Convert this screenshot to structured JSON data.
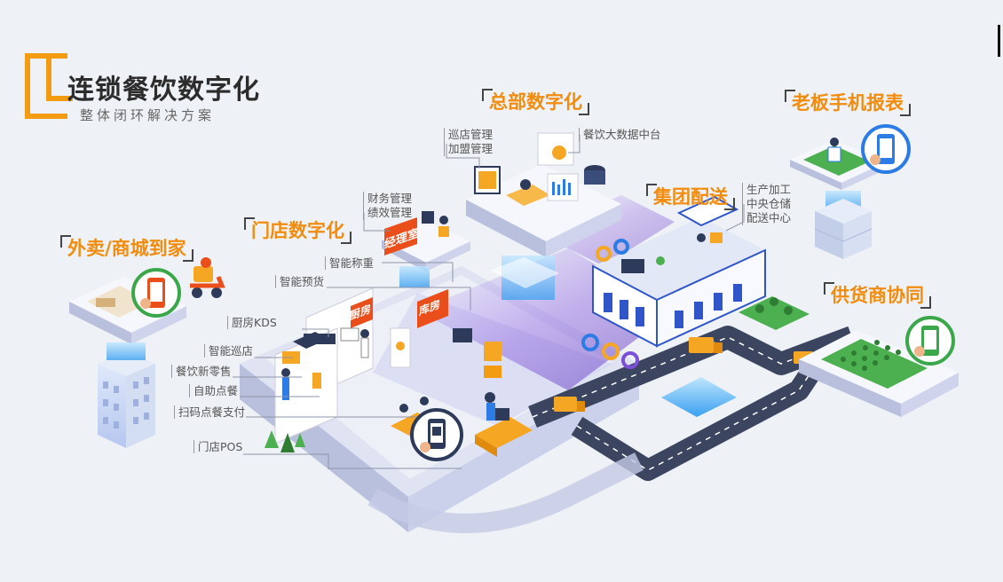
{
  "header": {
    "title": "连锁餐饮数字化",
    "subtitle": "整体闭环解决方案"
  },
  "sections": {
    "hq": "总部数字化",
    "boss": "老板手机报表",
    "delivery_group": "集团配送",
    "takeout": "外卖/商城到家",
    "store": "门店数字化",
    "supplier": "供货商协同"
  },
  "labels": {
    "hq_left": [
      "巡店管理",
      "加盟管理"
    ],
    "hq_right": "餐饮大数据中台",
    "office": [
      "财务管理",
      "绩效管理"
    ],
    "group_right": [
      "生产加工",
      "中央仓储",
      "配送中心"
    ],
    "smart_weigh": "智能称重",
    "smart_order": "智能预货",
    "kds": "厨房KDS",
    "smart_patrol": "智能巡店",
    "new_retail": "餐饮新零售",
    "self_order": "自助点餐",
    "scan_pay": "扫码点餐支付",
    "pos": "门店POS"
  },
  "signs": {
    "office": "经理室",
    "kitchen": "厨房",
    "storage": "库房"
  },
  "colors": {
    "accent": "#f28c0f",
    "platform_top": "#f4f6fb",
    "platform_side": "#c9cfe6",
    "blue": "#2d7be5",
    "purple": "#7b4fd6",
    "dark_road": "#3b4560",
    "green": "#4caf50"
  },
  "icons": [
    "phone-icon",
    "truck-icon",
    "building-icon",
    "tree-icon",
    "scooter-icon",
    "qr-icon"
  ]
}
